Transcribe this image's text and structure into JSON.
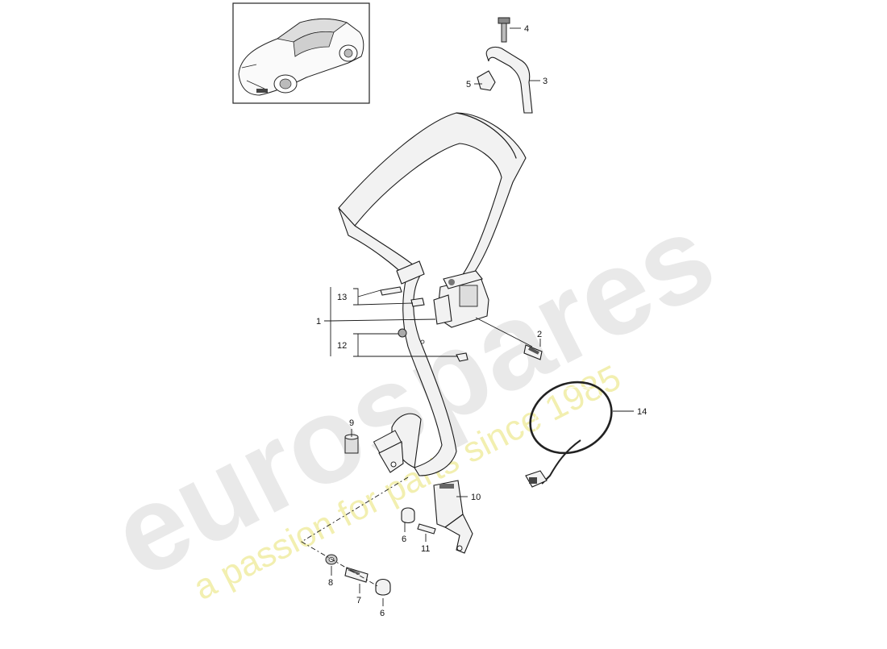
{
  "watermark": {
    "brand": "eurospares",
    "tagline": "a passion for parts since 1985",
    "brand_color": "#e6e6e6",
    "tagline_color": "#f3f0a8"
  },
  "callouts": {
    "c1": "1",
    "c2": "2",
    "c3": "3",
    "c4": "4",
    "c5": "5",
    "c6a": "6",
    "c6b": "6",
    "c7": "7",
    "c8": "8",
    "c9": "9",
    "c10": "10",
    "c11": "11",
    "c12": "12",
    "c13": "13",
    "c14": "14"
  }
}
